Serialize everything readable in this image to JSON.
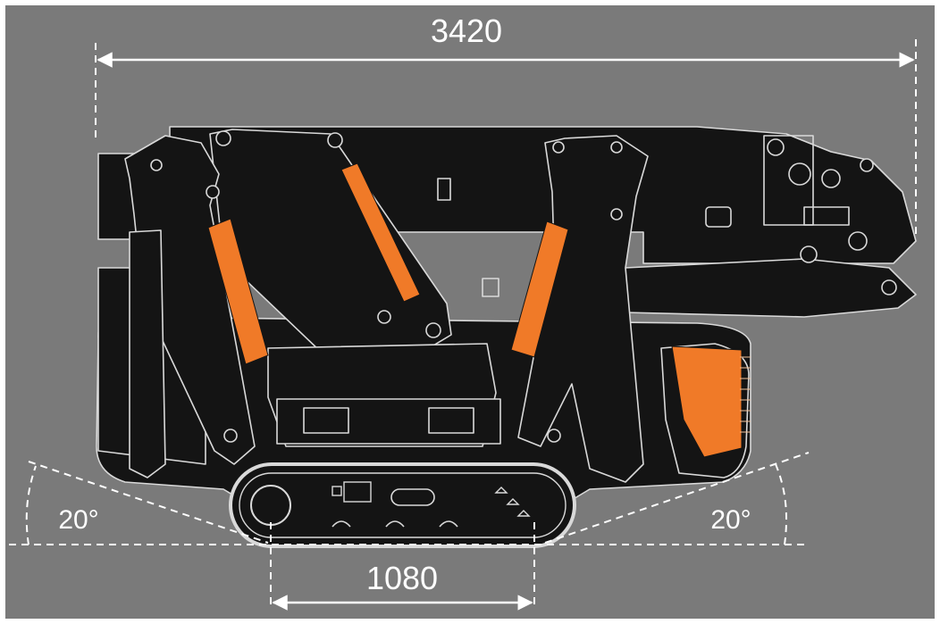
{
  "diagram": {
    "subject": "tracked spider crane, side view",
    "dimensions": {
      "overall_length": "3420",
      "track_width": "1080"
    },
    "angles": {
      "left_slope": "20°",
      "right_slope": "20°"
    },
    "colors": {
      "background": "#7a7a7a",
      "machine": "#141414",
      "outline": "#d9d9d9",
      "accent": "#f07a28",
      "dimension_lines": "#ffffff"
    }
  }
}
